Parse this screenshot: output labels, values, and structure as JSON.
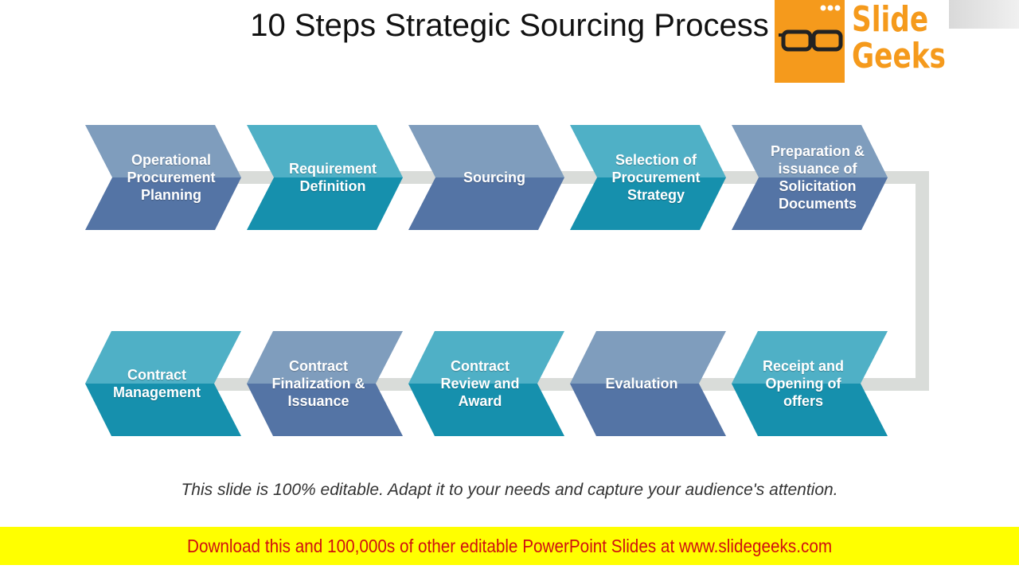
{
  "title": "10 Steps Strategic Sourcing Process",
  "steps": [
    {
      "label": "Operational\nProcurement\nPlanning"
    },
    {
      "label": "Requirement\nDefinition"
    },
    {
      "label": "Sourcing"
    },
    {
      "label": "Selection of\nProcurement\nStrategy"
    },
    {
      "label": "Preparation &\nissuance of\nSolicitation\nDocuments"
    },
    {
      "label": "Receipt and\nOpening of\noffers"
    },
    {
      "label": "Evaluation"
    },
    {
      "label": "Contract\nReview and\nAward"
    },
    {
      "label": "Contract\nFinalization &\nIssuance"
    },
    {
      "label": "Contract\nManagement"
    }
  ],
  "caption": "This slide is 100% editable. Adapt it to your needs and capture your audience's attention.",
  "banner": {
    "text": "Download this and 100,000s of other editable PowerPoint Slides at www.slidegeeks.com"
  },
  "logo": {
    "text": "Slide\nGeeks",
    "icon": "glasses-icon"
  },
  "colors": {
    "slate_light": "#7f9dbd",
    "slate_dark": "#5474a5",
    "teal_light": "#4fb0c6",
    "teal_dark": "#1690ad",
    "connector": "#d9dcd9",
    "banner_bg": "#ffff00",
    "banner_text": "#d01010",
    "logo_orange": "#f59a1c"
  }
}
